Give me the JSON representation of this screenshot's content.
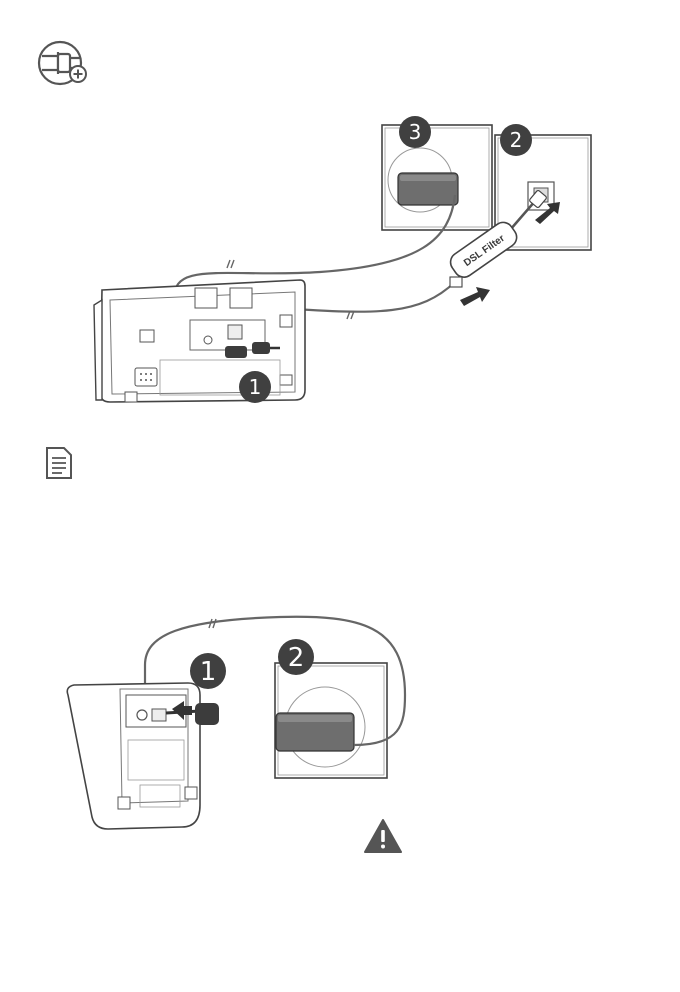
{
  "figure1": {
    "filter_label": "DSL Filter",
    "steps": [
      "1",
      "2",
      "3"
    ]
  },
  "figure2": {
    "steps": [
      "1",
      "2"
    ]
  },
  "icons": {
    "connect": "plug-plus-icon",
    "note": "note-document-icon",
    "warning": "warning-triangle-icon"
  },
  "colors": {
    "line": "#555555",
    "badge": "#404040",
    "adapter": "#6e6e6e",
    "plug_dark": "#3c3c3c"
  }
}
